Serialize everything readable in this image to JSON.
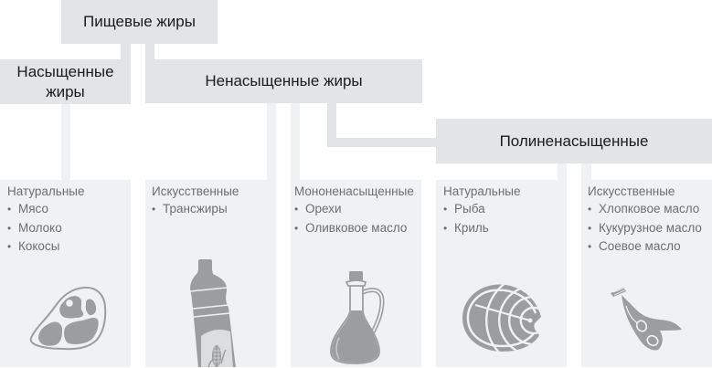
{
  "diagram": {
    "root": {
      "label": "Пищевые жиры"
    },
    "saturated": {
      "label_lines": [
        "Насыщенные",
        "жиры"
      ]
    },
    "unsaturated": {
      "label": "Ненасыщенные жиры"
    },
    "polyunsaturated": {
      "label": "Полиненасыщенные"
    },
    "bullet": "•",
    "categories": [
      {
        "title": "Натуральные",
        "items": [
          "Мясо",
          "Молоко",
          "Кокосы"
        ],
        "icon": "meat-steak-icon"
      },
      {
        "title": "Искусственные",
        "items": [
          "Трансжиры"
        ],
        "icon": "oil-bottle-icon"
      },
      {
        "title": "Мононенасыщенные",
        "items": [
          "Орехи",
          "Оливковое масло"
        ],
        "icon": "olive-oil-cruet-icon"
      },
      {
        "title": "Натуральные",
        "items": [
          "Рыба",
          "Криль"
        ],
        "icon": "fish-steak-icon"
      },
      {
        "title": "Искусственные",
        "items": [
          "Хлопковое масло",
          "Кукурузное масло",
          "Соевое масло"
        ],
        "icon": "soybean-pod-icon"
      }
    ],
    "colors": {
      "header_box": "#e3e4e6",
      "category_box": "#f0f1f3",
      "header_text": "#1b1b1b",
      "category_text": "#6d6e71",
      "icon": "#9c9da0"
    }
  }
}
